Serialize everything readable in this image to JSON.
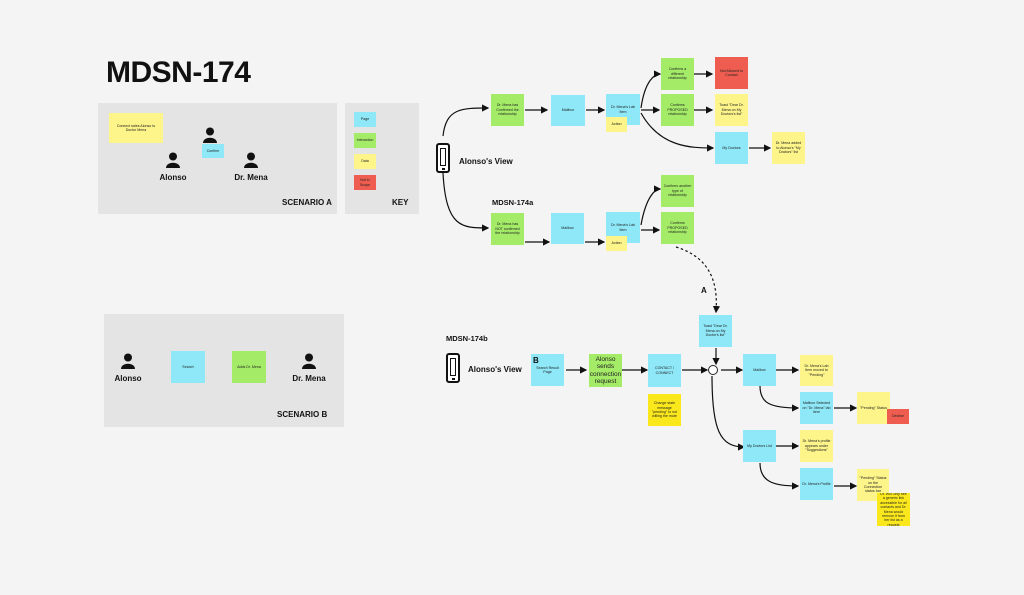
{
  "title": "MDSN-174",
  "scenario_a": {
    "label": "SCENARIO A",
    "note": "Connect sales Alonso to Doctor Mena",
    "connector": "Confirm",
    "actors": [
      "Alonso",
      "Dr. Mena"
    ]
  },
  "key": {
    "label": "KEY",
    "items": [
      "Page",
      "Interaction",
      "Data",
      "Not in Scope"
    ],
    "colors": [
      "#8ee8f8",
      "#a4ec68",
      "#fdf58a",
      "#ee5d4f"
    ]
  },
  "scenario_b": {
    "label": "SCENARIO B",
    "actors": [
      "Alonso",
      "Dr. Mena"
    ],
    "steps": [
      "Search",
      "Adds Dr. Mena"
    ]
  },
  "view_top": {
    "label": "Alonso's View"
  },
  "section_a": {
    "label": "MDSN-174a",
    "notes": [
      "Dr. Mena has Confirmed the relationship",
      "Mailbox",
      "Dr. Mena's Lab Item",
      "Action",
      "Confirms a different relationship",
      "Not Allowed to Contact",
      "Confirms PROPOSED relationship",
      "Toast \"Dear Dr. Mena on My Doctors's list\"",
      "My Doctors",
      "Dr. Mena added to Alonso's \"My Doctors\" list",
      "Dr. Mena has NOT confirmed the relationship",
      "Mailbox",
      "Dr. Mena's Lab Item",
      "Action",
      "Confirms another type of relationship",
      "Confirms PROPOSED relationship"
    ]
  },
  "connector_a": {
    "label": "A"
  },
  "section_b": {
    "label": "MDSN-174b",
    "view": "Alonso's View",
    "badge": "B",
    "notes": [
      "Search Result Page",
      "Alonso sends connection request",
      "CONTACT / CONNECT",
      "Change state message \"pending\" to not willing the mute",
      "Toast \"Dear Dr. Mena on My Doctor's list\"",
      "Mailbox",
      "Dr. Mena's Lab Item moved to \"Pending\"",
      "Mailbox Selected on \"Dr. Mena\" lab item",
      "\"Pending\" Status",
      "Decline",
      "My Doctors List",
      "Dr. Mena's profile appears under \"Suggestions\"",
      "Dr. Mena's Profile",
      "\"Pending\" Status on the Connection status bar",
      "Dr. Will Only see a generic link accessible for all contacts and Dr. Mena would remove it from her list as a request"
    ]
  }
}
